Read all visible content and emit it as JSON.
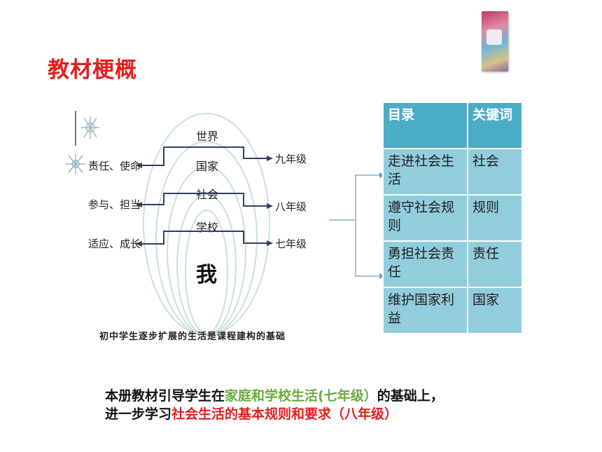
{
  "title": "教材梗概",
  "diagram": {
    "left_labels": [
      "责任、使命",
      "参与、担当",
      "适应、成长"
    ],
    "right_labels": [
      "九年级",
      "八年级",
      "七年级"
    ],
    "rings": [
      "世界",
      "国家",
      "社会",
      "学校"
    ],
    "center": "我",
    "caption": "初中学生逐步扩展的生活是课程建构的基础"
  },
  "table": {
    "headers": [
      "目录",
      "关键词"
    ],
    "rows": [
      {
        "toc": "走进社会生活",
        "keyword": "社会"
      },
      {
        "toc": "遵守社会规则",
        "keyword": "规则"
      },
      {
        "toc": "勇担社会责任",
        "keyword": "责任"
      },
      {
        "toc": "维护国家利益",
        "keyword": "国家"
      }
    ]
  },
  "summary": {
    "l1_a": "本册教材引导学生在",
    "l1_b": "家庭和学校生活(七年级）",
    "l1_c": "的基础上，",
    "l2_a": "进一步学习",
    "l2_b": "社会生活的基本规则和要求（八年级）"
  },
  "colors": {
    "accent_red": "#e31e1e",
    "accent_green": "#6aab3c",
    "header": "#4bacc6",
    "cell": "#92cddc"
  }
}
